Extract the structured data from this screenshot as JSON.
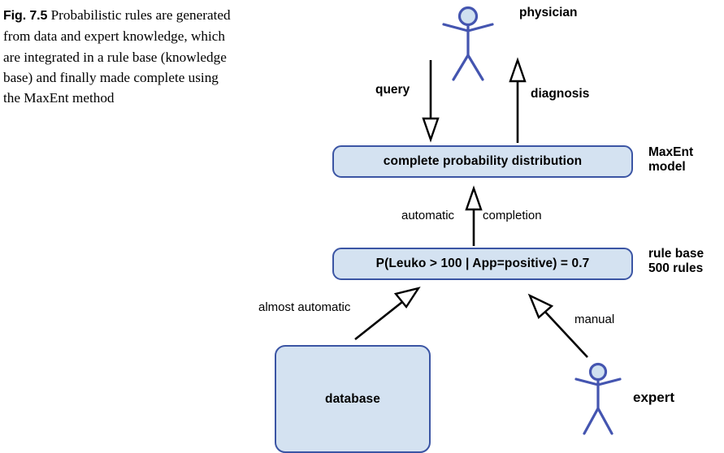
{
  "figure": {
    "number": "Fig. 7.5",
    "caption": "Probabilistic rules are generated from data and expert knowledge, which are integrated in a rule base (knowledge base) and finally made complete using the MaxEnt method"
  },
  "diagram": {
    "type": "flow-diagram",
    "nodes": [
      {
        "id": "complete-probability-distribution",
        "label": "complete probability distribution",
        "shape": "rounded-rect"
      },
      {
        "id": "rule-base",
        "label": "P(Leuko > 100 | App=positive) = 0.7",
        "shape": "rounded-rect"
      },
      {
        "id": "database",
        "label": "database",
        "shape": "rounded-rect"
      }
    ],
    "actors": [
      {
        "id": "physician",
        "label": "physician",
        "shape": "stick-figure"
      },
      {
        "id": "expert",
        "label": "expert",
        "shape": "stick-figure"
      }
    ],
    "side_annotations": [
      {
        "id": "maxent-model",
        "line1": "MaxEnt",
        "line2": "model"
      },
      {
        "id": "rule-base-count",
        "line1": "rule base",
        "line2": "500 rules"
      }
    ],
    "edges": [
      {
        "id": "query",
        "label": "query",
        "from": "physician",
        "to": "complete-probability-distribution",
        "style": "hollow-arrow",
        "weight": "bold"
      },
      {
        "id": "diagnosis",
        "label": "diagnosis",
        "from": "complete-probability-distribution",
        "to": "physician",
        "style": "hollow-arrow",
        "weight": "bold"
      },
      {
        "id": "automatic-completion",
        "label_left": "automatic",
        "label_right": "completion",
        "from": "rule-base",
        "to": "complete-probability-distribution",
        "style": "hollow-arrow",
        "weight": "regular"
      },
      {
        "id": "almost-automatic",
        "label": "almost automatic",
        "from": "database",
        "to": "rule-base",
        "style": "hollow-arrow",
        "weight": "regular"
      },
      {
        "id": "manual",
        "label": "manual",
        "from": "expert",
        "to": "rule-base",
        "style": "hollow-arrow",
        "weight": "regular"
      }
    ]
  },
  "colors": {
    "node_fill": "#d4e2f1",
    "node_border": "#3b55a4",
    "actor_stroke": "#4455b0",
    "actor_head_fill": "#cfe0f0",
    "arrow": "#000000",
    "text": "#000000",
    "background": "#ffffff"
  }
}
